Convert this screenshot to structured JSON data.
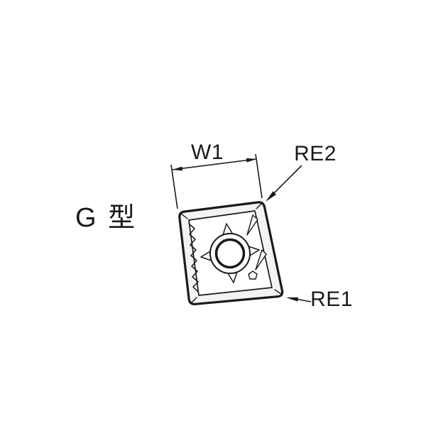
{
  "diagram": {
    "description_role": "cutting-insert-chipbreaker-diagram",
    "type_label": "G 型",
    "labels": {
      "w1": "W1",
      "re2": "RE2",
      "re1": "RE1"
    },
    "colors": {
      "line": "#1a1a1a",
      "background": "#ffffff",
      "band_fill": "#f3f3f3"
    }
  }
}
